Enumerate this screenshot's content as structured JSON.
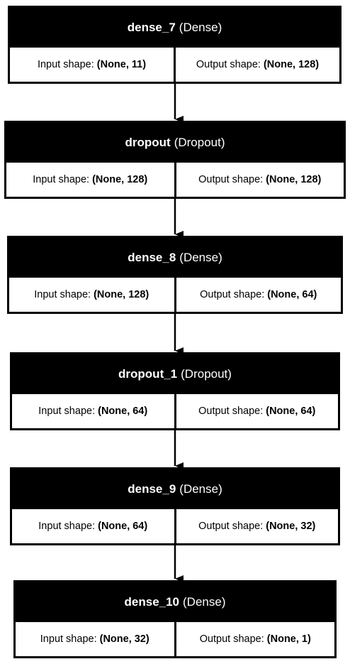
{
  "layers": [
    {
      "name": "dense_7",
      "type": "(Dense)",
      "input_label": "Input shape:",
      "input_value": "(None, 11)",
      "output_label": "Output shape:",
      "output_value": "(None, 128)"
    },
    {
      "name": "dropout",
      "type": "(Dropout)",
      "input_label": "Input shape:",
      "input_value": "(None, 128)",
      "output_label": "Output shape:",
      "output_value": "(None, 128)"
    },
    {
      "name": "dense_8",
      "type": "(Dense)",
      "input_label": "Input shape:",
      "input_value": "(None, 128)",
      "output_label": "Output shape:",
      "output_value": "(None, 64)"
    },
    {
      "name": "dropout_1",
      "type": "(Dropout)",
      "input_label": "Input shape:",
      "input_value": "(None, 64)",
      "output_label": "Output shape:",
      "output_value": "(None, 64)"
    },
    {
      "name": "dense_9",
      "type": "(Dense)",
      "input_label": "Input shape:",
      "input_value": "(None, 64)",
      "output_label": "Output shape:",
      "output_value": "(None, 32)"
    },
    {
      "name": "dense_10",
      "type": "(Dense)",
      "input_label": "Input shape:",
      "input_value": "(None, 32)",
      "output_label": "Output shape:",
      "output_value": "(None, 1)"
    }
  ],
  "colors": {
    "header_bg": "#000000",
    "header_text": "#ffffff",
    "cell_bg": "#ffffff",
    "edge": "#000000"
  }
}
